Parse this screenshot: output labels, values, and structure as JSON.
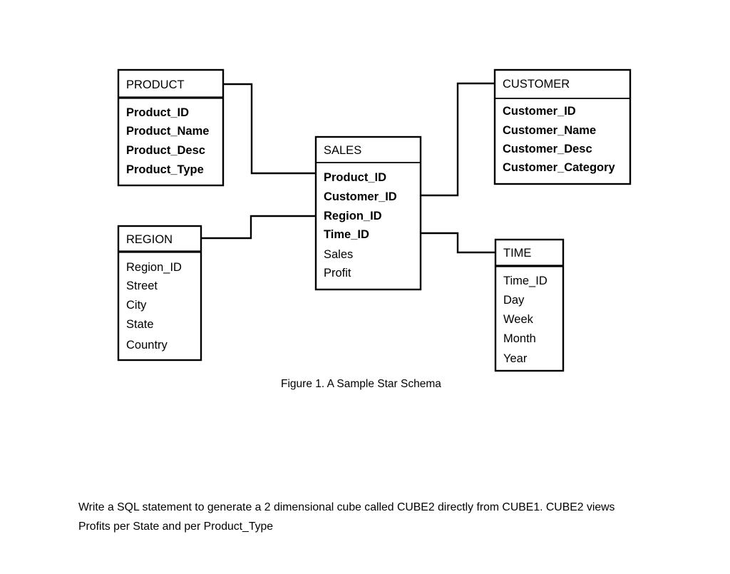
{
  "document": {
    "figure_caption": "Figure 1.  A Sample Star Schema",
    "question": "Write a SQL statement to generate a 2 dimensional cube called CUBE2 directly from CUBE1.  CUBE2 views Profits per State and per Product_Type"
  },
  "diagram": {
    "type": "star-schema",
    "entities": [
      {
        "id": "product",
        "name": "PRODUCT",
        "role": "dimension",
        "fields": [
          "Product_ID",
          "Product_Name",
          "Product_Desc",
          "Product_Type"
        ]
      },
      {
        "id": "customer",
        "name": "CUSTOMER",
        "role": "dimension",
        "fields": [
          "Customer_ID",
          "Customer_Name",
          "Customer_Desc",
          "Customer_Category"
        ]
      },
      {
        "id": "sales",
        "name": "SALES",
        "role": "fact",
        "fields": [
          "Product_ID",
          "Customer_ID",
          "Region_ID",
          "Time_ID",
          "Sales",
          "Profit"
        ]
      },
      {
        "id": "region",
        "name": "REGION",
        "role": "dimension",
        "fields": [
          "Region_ID",
          "Street",
          "City",
          "State",
          "Country"
        ]
      },
      {
        "id": "time",
        "name": "TIME",
        "role": "dimension",
        "fields": [
          "Time_ID",
          "Day",
          "Week",
          "Month",
          "Year"
        ]
      }
    ],
    "relationships": [
      {
        "from": "product",
        "to": "sales",
        "key": "Product_ID"
      },
      {
        "from": "customer",
        "to": "sales",
        "key": "Customer_ID"
      },
      {
        "from": "region",
        "to": "sales",
        "key": "Region_ID"
      },
      {
        "from": "time",
        "to": "sales",
        "key": "Time_ID"
      }
    ],
    "colors": {
      "stroke": "#000000",
      "fill": "#ffffff",
      "text": "#000000"
    }
  }
}
